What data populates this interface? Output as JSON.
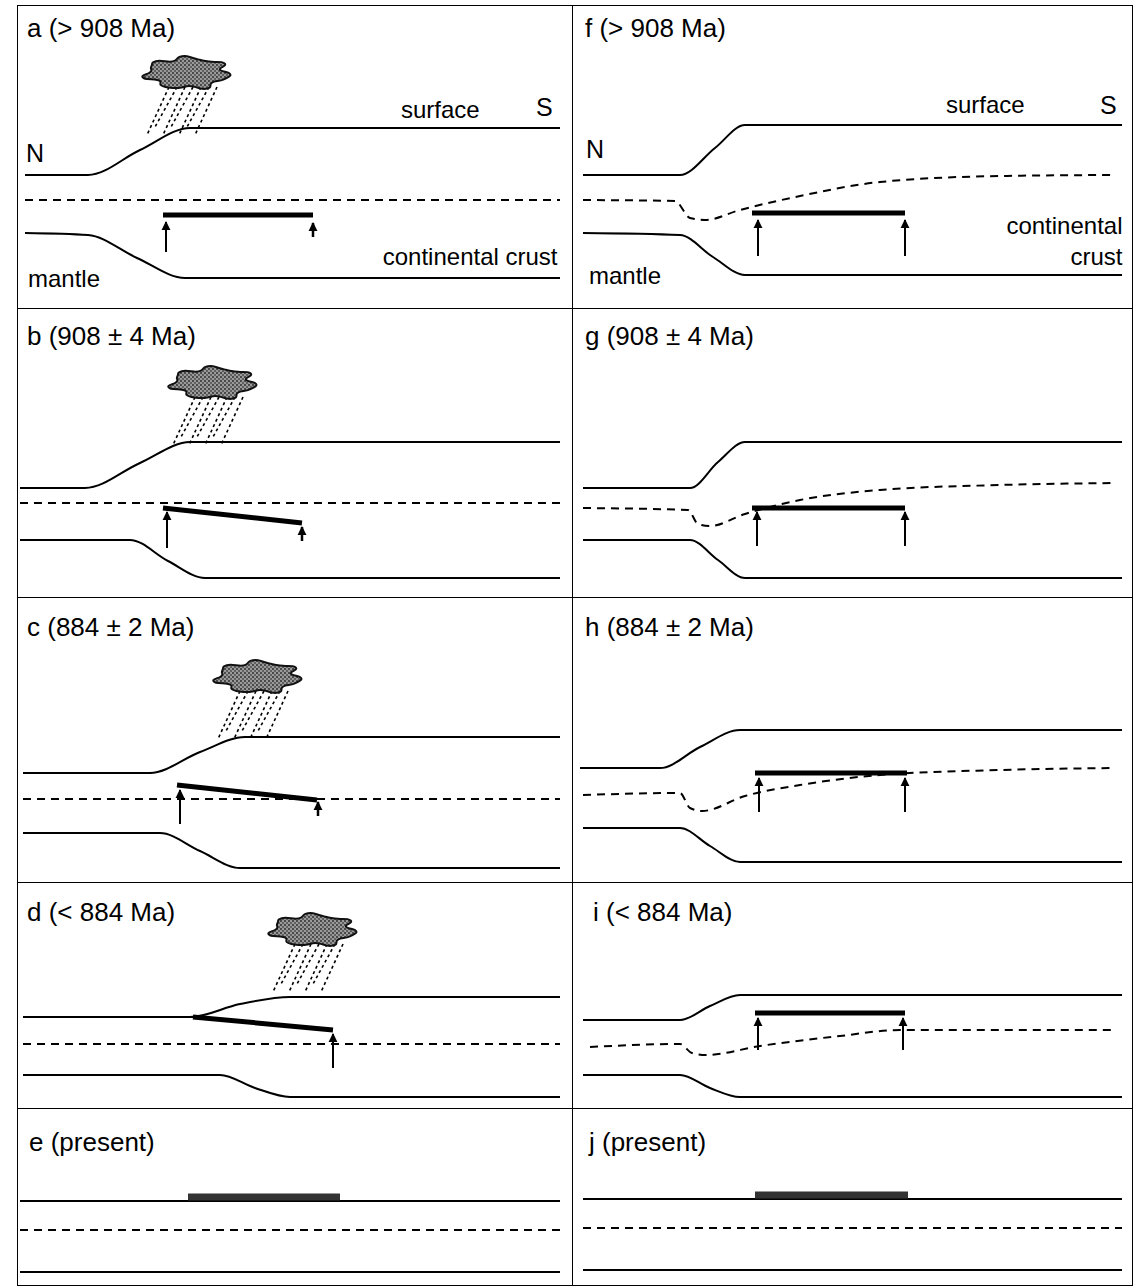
{
  "diagram": {
    "nodes": [
      {
        "text": [
          "a (> 908 Ma)",
          "surface",
          "S",
          "N",
          "continental crust",
          "mantle"
        ]
      },
      {
        "text": [
          "f (> 908 Ma)",
          "surface",
          "S",
          "N",
          "continental crust",
          "mantle"
        ]
      },
      {
        "text": [
          "b (908 ± 4 Ma)"
        ]
      },
      {
        "text": [
          "g (908 ± 4 Ma)"
        ]
      },
      {
        "text": [
          "c (884 ± 2 Ma)"
        ]
      },
      {
        "text": [
          "h (884 ± 2 Ma)"
        ]
      },
      {
        "text": [
          "d (< 884 Ma)"
        ]
      },
      {
        "text": [
          "i (< 884 Ma)"
        ]
      },
      {
        "text": [
          "e (present)"
        ]
      },
      {
        "text": [
          "j (present)"
        ]
      }
    ]
  }
}
